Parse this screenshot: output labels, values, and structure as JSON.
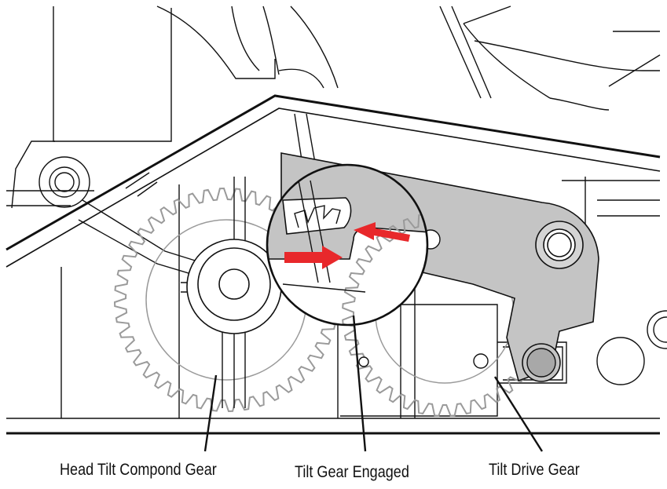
{
  "labels": {
    "head_tilt_gear": "Head Tilt Compond Gear",
    "tilt_gear_engaged": "Tilt Gear Engaged",
    "tilt_drive_gear": "Tilt Drive Gear"
  },
  "colors": {
    "line": "#111111",
    "gear": "#9a9a9a",
    "arm_fill": "#c4c4c4",
    "arrow": "#e8282b"
  }
}
